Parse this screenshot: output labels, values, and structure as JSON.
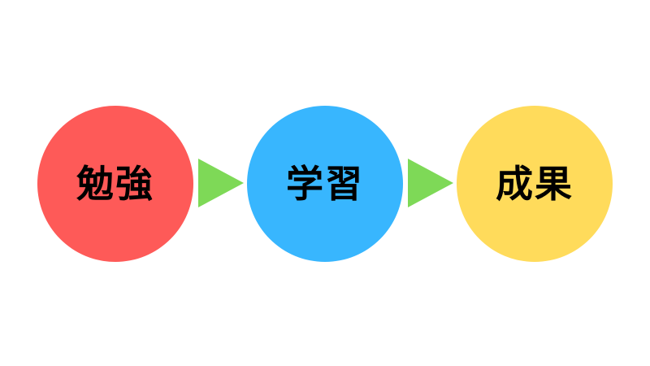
{
  "flow": {
    "steps": [
      {
        "label": "勉強",
        "color": "#fe5a58"
      },
      {
        "label": "学習",
        "color": "#38b6fe"
      },
      {
        "label": "成果",
        "color": "#ffdb5b"
      }
    ],
    "arrow_color": "#7ed957",
    "arrow_icon": "triangle-right-icon"
  }
}
